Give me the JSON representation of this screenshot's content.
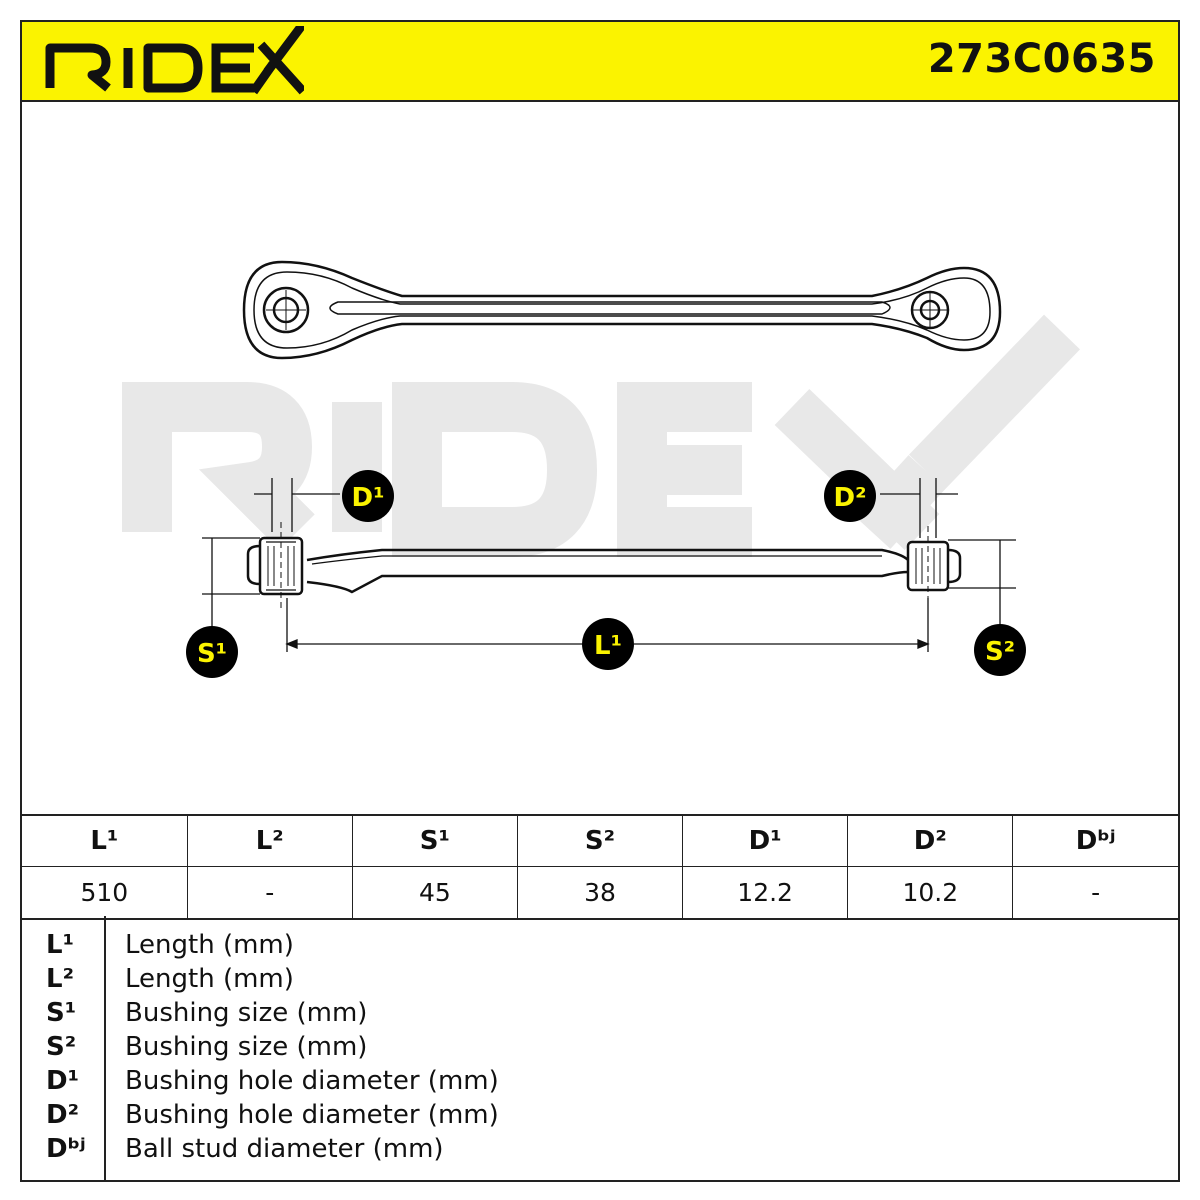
{
  "header": {
    "brand": "RIDEX",
    "part_number": "273C0635"
  },
  "drawing": {
    "watermark": "RIDEX",
    "callouts": {
      "d1": "D¹",
      "d2": "D²",
      "s1": "S¹",
      "s2": "S²",
      "l1": "L¹"
    }
  },
  "spec_table": {
    "headers": [
      "L¹",
      "L²",
      "S¹",
      "S²",
      "D¹",
      "D²",
      "Dᵇʲ"
    ],
    "values": [
      "510",
      "-",
      "45",
      "38",
      "12.2",
      "10.2",
      "-"
    ]
  },
  "legend": [
    {
      "symbol": "L¹",
      "description": "Length (mm)"
    },
    {
      "symbol": "L²",
      "description": "Length (mm)"
    },
    {
      "symbol": "S¹",
      "description": "Bushing size (mm)"
    },
    {
      "symbol": "S²",
      "description": "Bushing size (mm)"
    },
    {
      "symbol": "D¹",
      "description": "Bushing hole diameter (mm)"
    },
    {
      "symbol": "D²",
      "description": "Bushing hole diameter (mm)"
    },
    {
      "symbol": "Dᵇʲ",
      "description": "Ball stud diameter (mm)"
    }
  ],
  "colors": {
    "header_yellow": "#fbf300",
    "callout_fill": "#000000",
    "callout_text": "#fbf300",
    "watermark": "#e6e6e6"
  }
}
